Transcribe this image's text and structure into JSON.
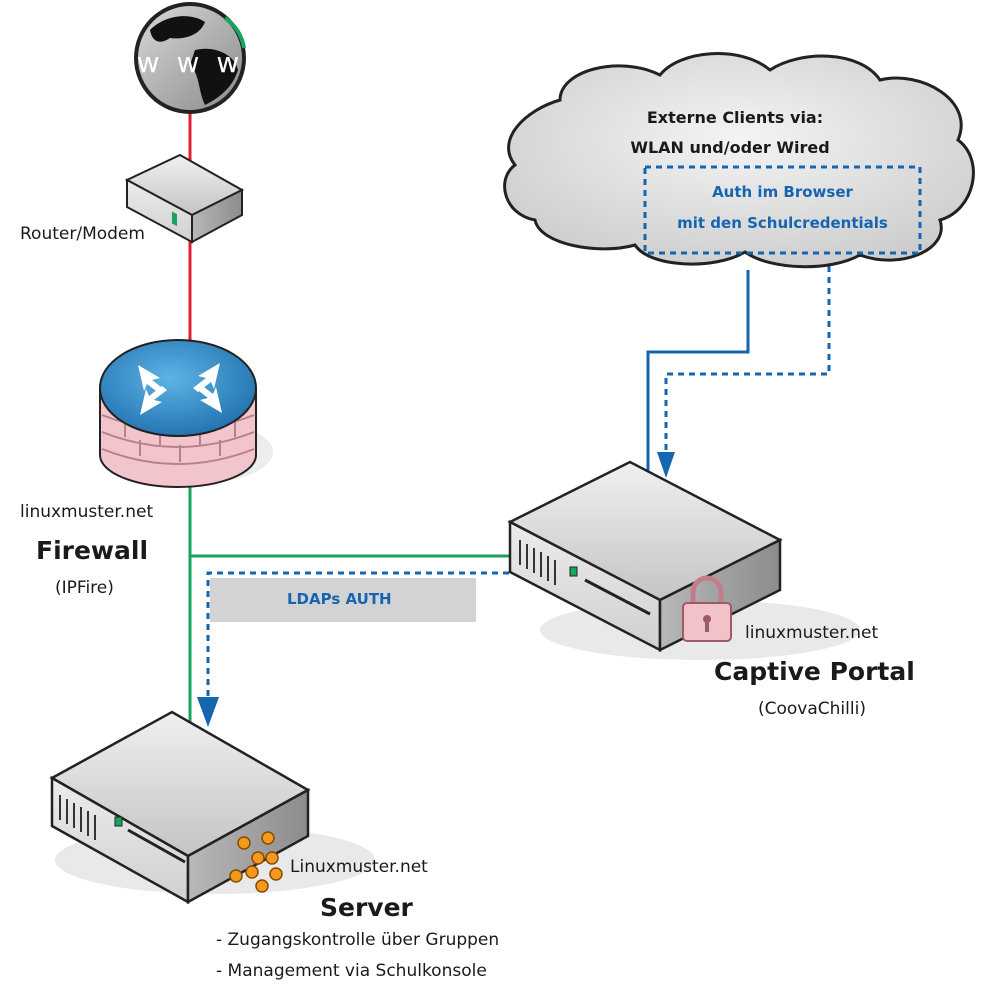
{
  "internet": {
    "globe_text": "w w w"
  },
  "router": {
    "label": "Router/Modem"
  },
  "firewall": {
    "domain": "linuxmuster.net",
    "title": "Firewall",
    "subtitle": "(IPFire)"
  },
  "cloud": {
    "line1": "Externe Clients via:",
    "line2": "WLAN und/oder Wired",
    "auth_line1": "Auth im Browser",
    "auth_line2": "mit den Schulcredentials"
  },
  "captive": {
    "domain": "linuxmuster.net",
    "title": "Captive Portal",
    "subtitle": "(CoovaChilli)"
  },
  "ldap": {
    "label": "LDAPs AUTH"
  },
  "server": {
    "domain": "Linuxmuster.net",
    "title": "Server",
    "bullets": [
      "- Zugangskontrolle über Gruppen",
      "- Management via Schulkonsole"
    ]
  },
  "colors": {
    "red_link": "#e0212b",
    "green_link": "#1aa35a",
    "blue_link": "#1565b0",
    "dotted_auth": "#1565b0",
    "ldap_band": "#d3d3d3"
  }
}
